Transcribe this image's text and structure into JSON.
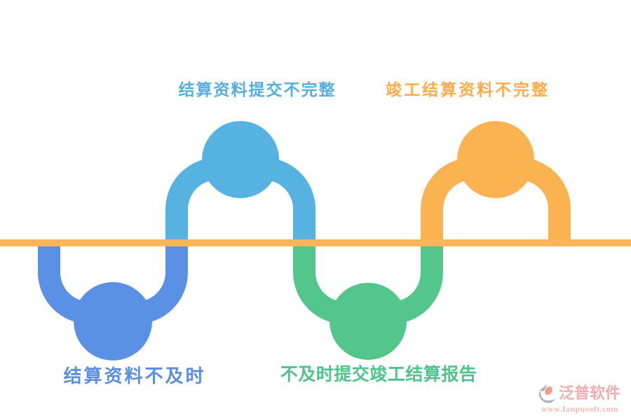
{
  "diagram": {
    "baseline_color": "#FBB65C",
    "nodes": {
      "blue": {
        "label": "结算资料不及时",
        "color": "#5B91E4",
        "text_color": "#5B8EE0",
        "position": "below-line"
      },
      "sky": {
        "label": "结算资料提交不完整",
        "color": "#56B2E1",
        "text_color": "#55AEDF",
        "position": "above-line"
      },
      "green": {
        "label": "不及时提交竣工结算报告",
        "color": "#52C68B",
        "text_color": "#4FC48A",
        "position": "below-line"
      },
      "orange": {
        "label": "竣工结算资料不完整",
        "color": "#FBB251",
        "text_color": "#FBAD4B",
        "position": "above-line"
      }
    }
  },
  "watermark": {
    "brand": "泛普软件",
    "url": "www.fanpusoft.com",
    "brand_color": "#EDA2A2",
    "url_color": "#F0B0A6",
    "logo_gray": "#9DA2B6",
    "logo_red": "#EB9377"
  }
}
